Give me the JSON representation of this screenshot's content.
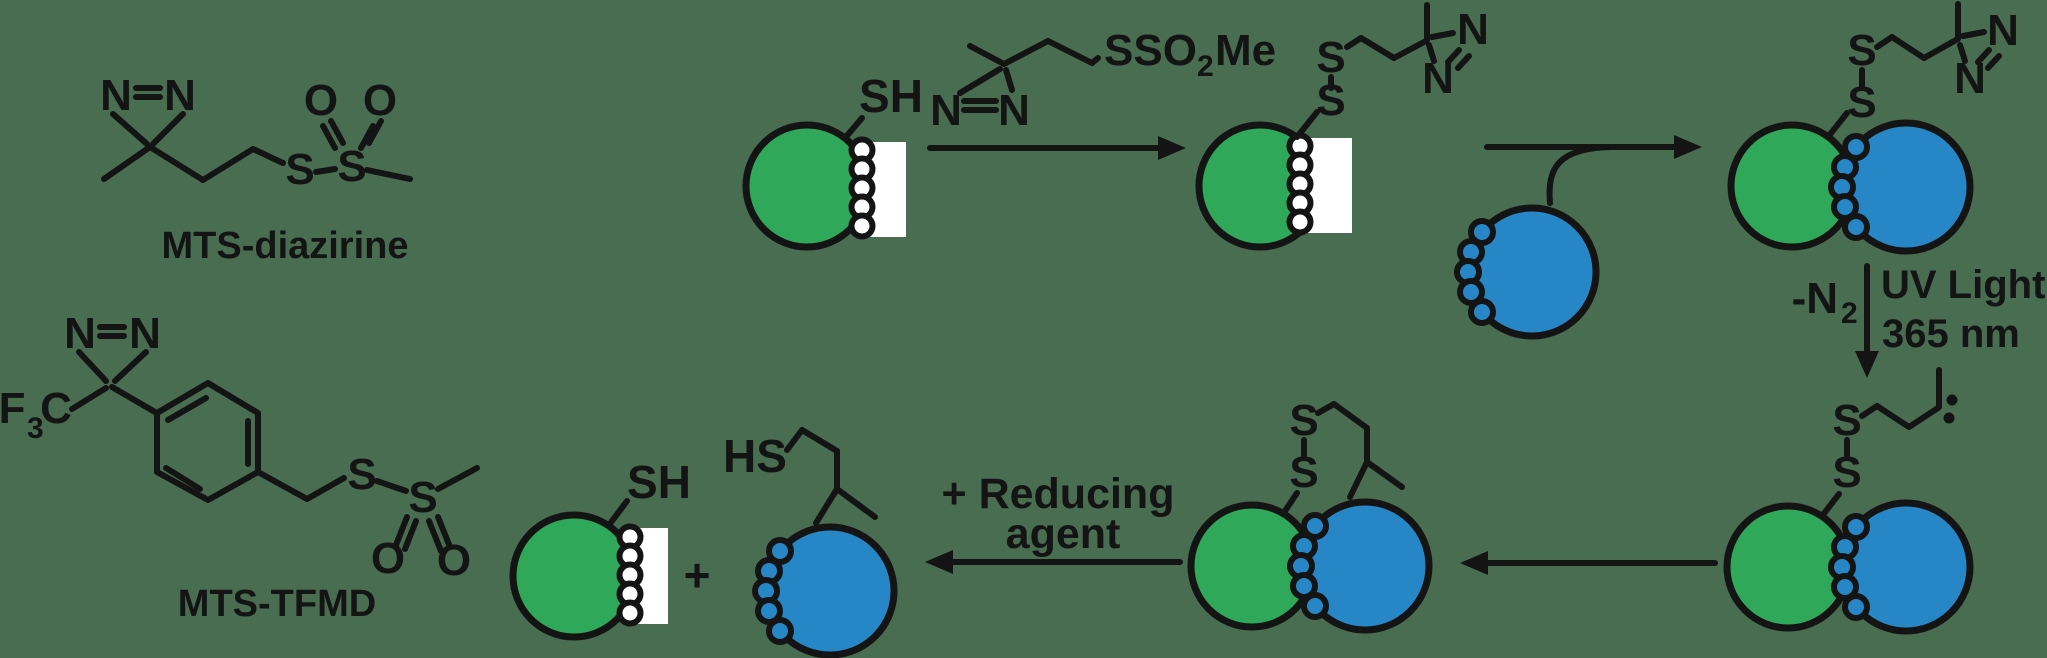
{
  "palette": {
    "background": "#496d51",
    "protein_green": "#2fa85a",
    "protein_blue": "#2787c6",
    "outline": "#141414",
    "pocket": "#ffffff"
  },
  "labels": {
    "n": "N",
    "s": "S",
    "o": "O",
    "f": "F",
    "three": "3",
    "c": "C",
    "sh": "SH",
    "hs": "HS",
    "plus": "+"
  },
  "names": {
    "mts_diazirine": "MTS-diazirine",
    "mts_tfmd": "MTS-TFMD"
  },
  "reagent": {
    "sso": "SSO",
    "two": "2",
    "me": "Me"
  },
  "uv": {
    "minus_n": "-N",
    "two": "2",
    "line1": "UV Light",
    "line2": "365 nm"
  },
  "reduction": {
    "line1": "+ Reducing",
    "line2": "agent"
  }
}
